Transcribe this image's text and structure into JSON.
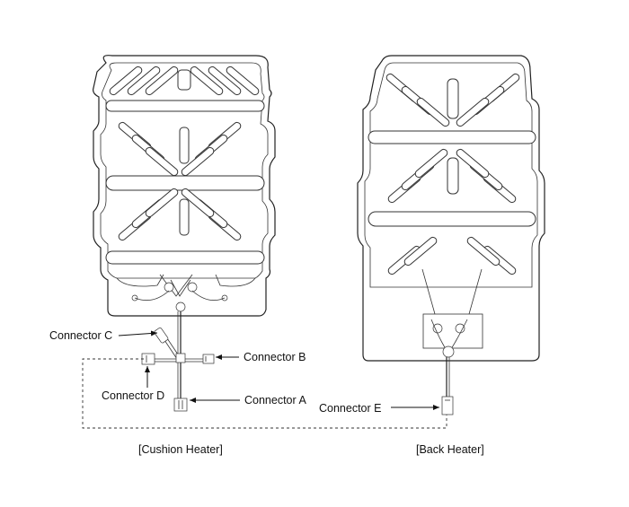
{
  "captions": {
    "cushion_heater": "[Cushion Heater]",
    "back_heater": "[Back Heater]"
  },
  "connectors": {
    "a": "Connector A",
    "b": "Connector B",
    "c": "Connector C",
    "d": "Connector D",
    "e": "Connector E"
  }
}
